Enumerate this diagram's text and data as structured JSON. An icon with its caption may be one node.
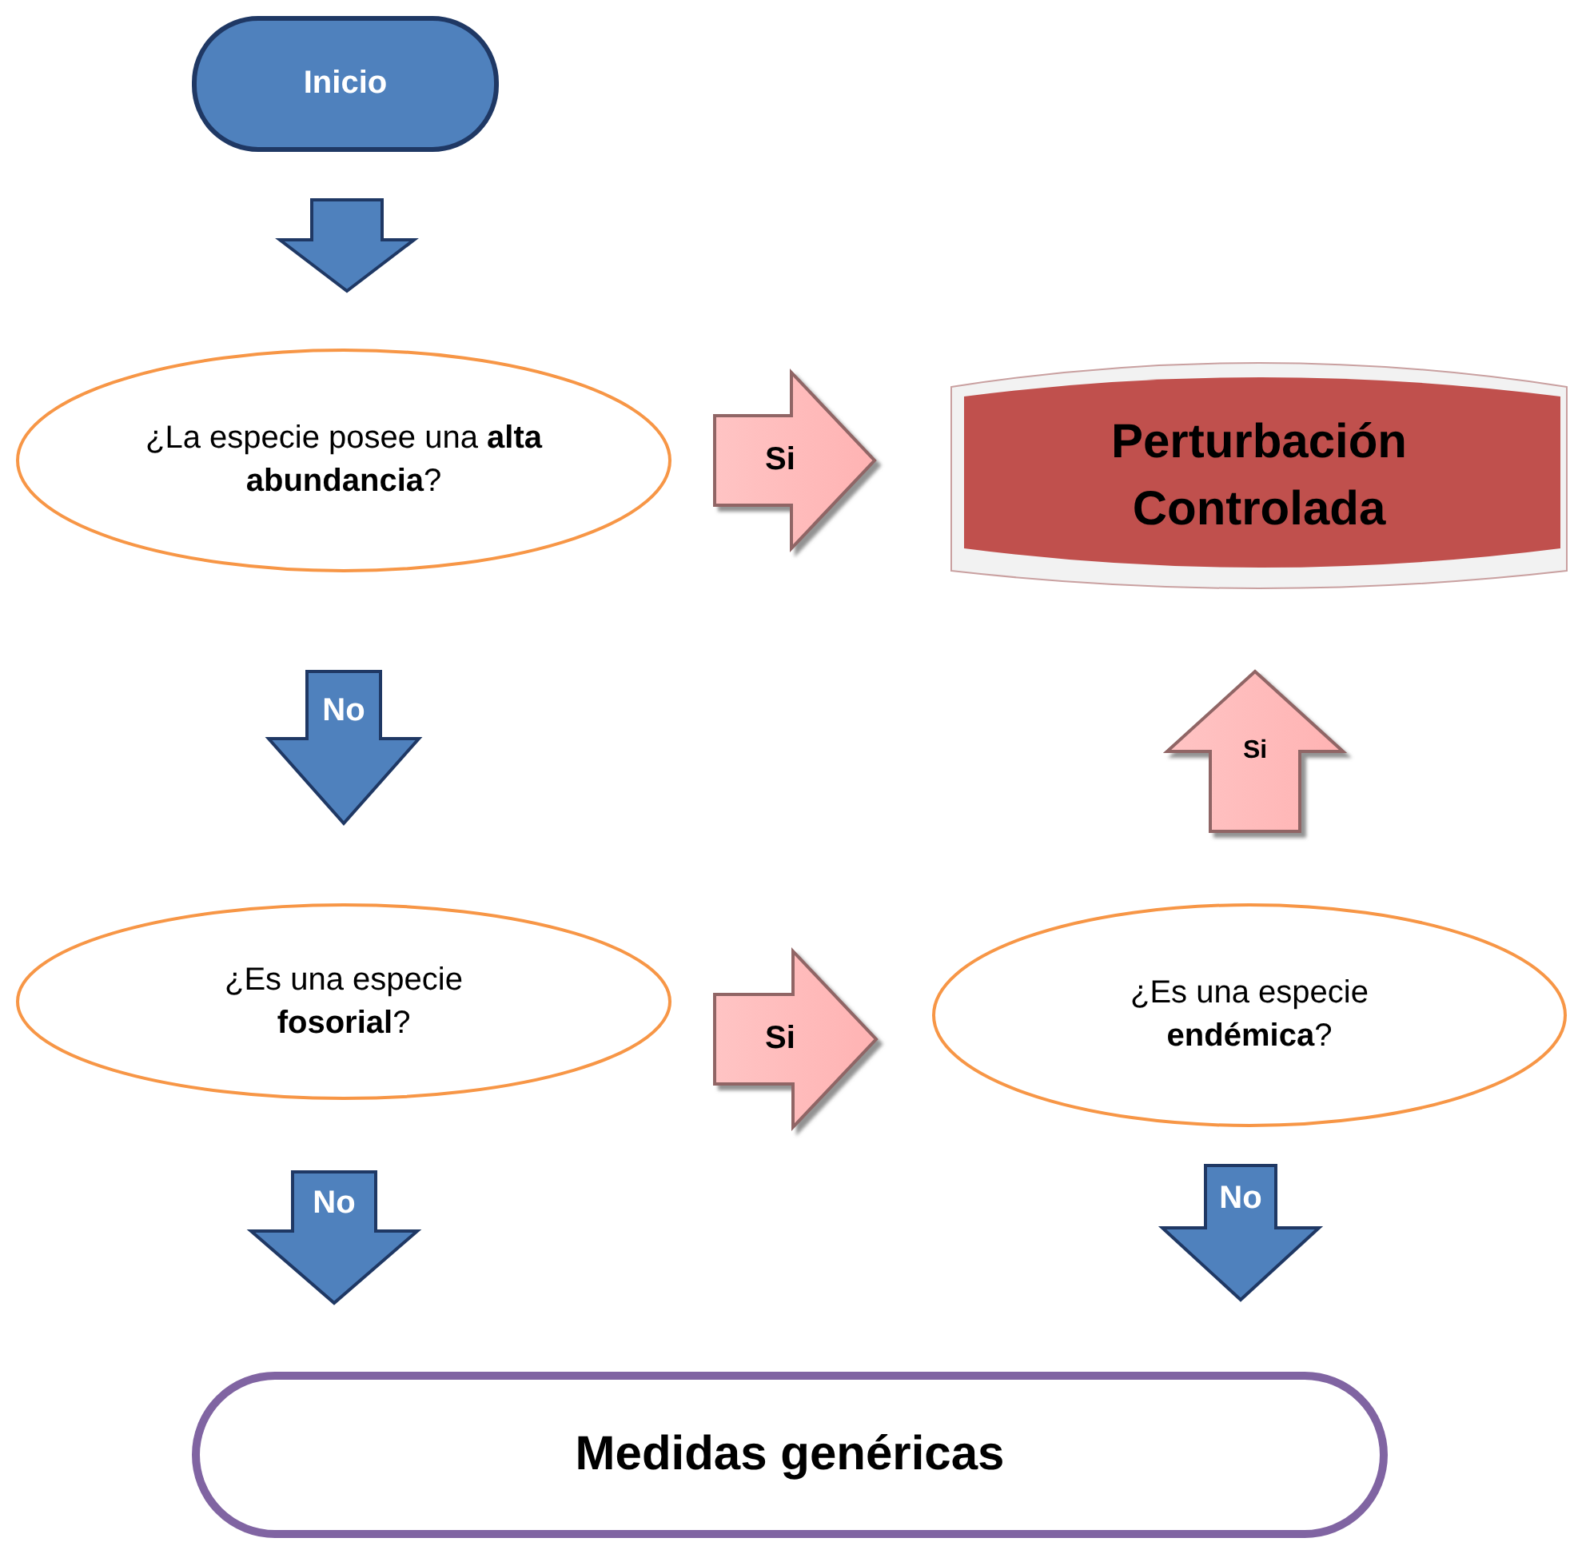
{
  "diagram": {
    "nodes": [
      {
        "text": [
          "Inicio"
        ]
      },
      {
        "text": [
          "¿La especie posee una **alta abundancia**?"
        ]
      },
      {
        "text": [
          "Perturbación Controlada"
        ]
      },
      {
        "text": [
          "¿Es una especie **fosorial**?"
        ]
      },
      {
        "text": [
          "¿Es una especie **endémica**?"
        ]
      },
      {
        "text": [
          "Medidas genéricas"
        ]
      }
    ],
    "edges": [
      {
        "from": 0,
        "to": 1,
        "arrow": "to"
      },
      {
        "from": 1,
        "to": 2,
        "arrow": "to",
        "label": "Si",
        "color": "#ffb3b3"
      },
      {
        "from": 1,
        "to": 3,
        "arrow": "to",
        "label": "No"
      },
      {
        "from": 3,
        "to": 4,
        "arrow": "to",
        "label": "Si",
        "color": "#ffb3b3"
      },
      {
        "from": 4,
        "to": 2,
        "arrow": "to",
        "label": "Si",
        "color": "#ffb3b3"
      },
      {
        "from": 3,
        "to": 5,
        "arrow": "to",
        "label": "No"
      },
      {
        "from": 4,
        "to": 5,
        "arrow": "to",
        "label": "No"
      }
    ]
  }
}
